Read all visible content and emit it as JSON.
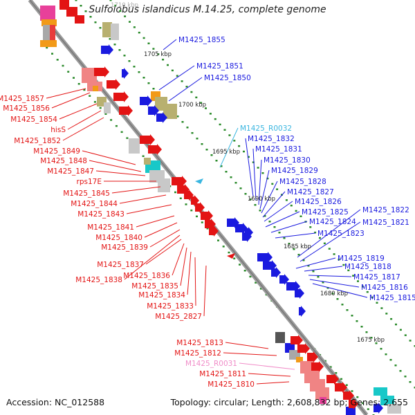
{
  "title": "Sulfolobus islandicus M.14.25, complete genome",
  "footer": {
    "accession": "Accession: NC_012588",
    "topology": "Topology: circular; Length: 2,608,832 bp; Genes: 2,655"
  },
  "colors": {
    "plus_strand": "#1a1adf",
    "minus_strand": "#e31414",
    "rna_label": "#3ab6e0",
    "pseudo_label": "#f08cc8",
    "tick": "#2a8a2a"
  },
  "scale_ticks": [
    "1710 kbp",
    "1705 kbp",
    "1700 kbp",
    "1695 kbp",
    "1690 kbp",
    "1685 kbp",
    "1680 kbp",
    "1675 kbp"
  ],
  "labels_right": [
    "M1425_1855",
    "M1425_1851",
    "M1425_1850",
    "M1425_R0032",
    "M1425_1832",
    "M1425_1831",
    "M1425_1830",
    "M1425_1829",
    "M1425_1828",
    "M1425_1827",
    "M1425_1826",
    "M1425_1825",
    "M1425_1824",
    "M1425_1823",
    "M1425_1822",
    "M1425_1821",
    "M1425_1819",
    "M1425_1818",
    "M1425_1817",
    "M1425_1816",
    "M1425_1815"
  ],
  "labels_left": [
    "M1425_1857",
    "M1425_1856",
    "M1425_1854",
    "hisS",
    "M1425_1852",
    "M1425_1849",
    "M1425_1848",
    "M1425_1847",
    "rps17E",
    "M1425_1845",
    "M1425_1844",
    "M1425_1843",
    "M1425_1841",
    "M1425_1840",
    "M1425_1839",
    "M1425_1837",
    "M1425_1838",
    "M1425_1836",
    "M1425_1835",
    "M1425_1834",
    "M1425_1833",
    "M1425_2827",
    "M1425_1813",
    "M1425_1812",
    "M1425_R0031",
    "M1425_1811",
    "M1425_1810"
  ]
}
